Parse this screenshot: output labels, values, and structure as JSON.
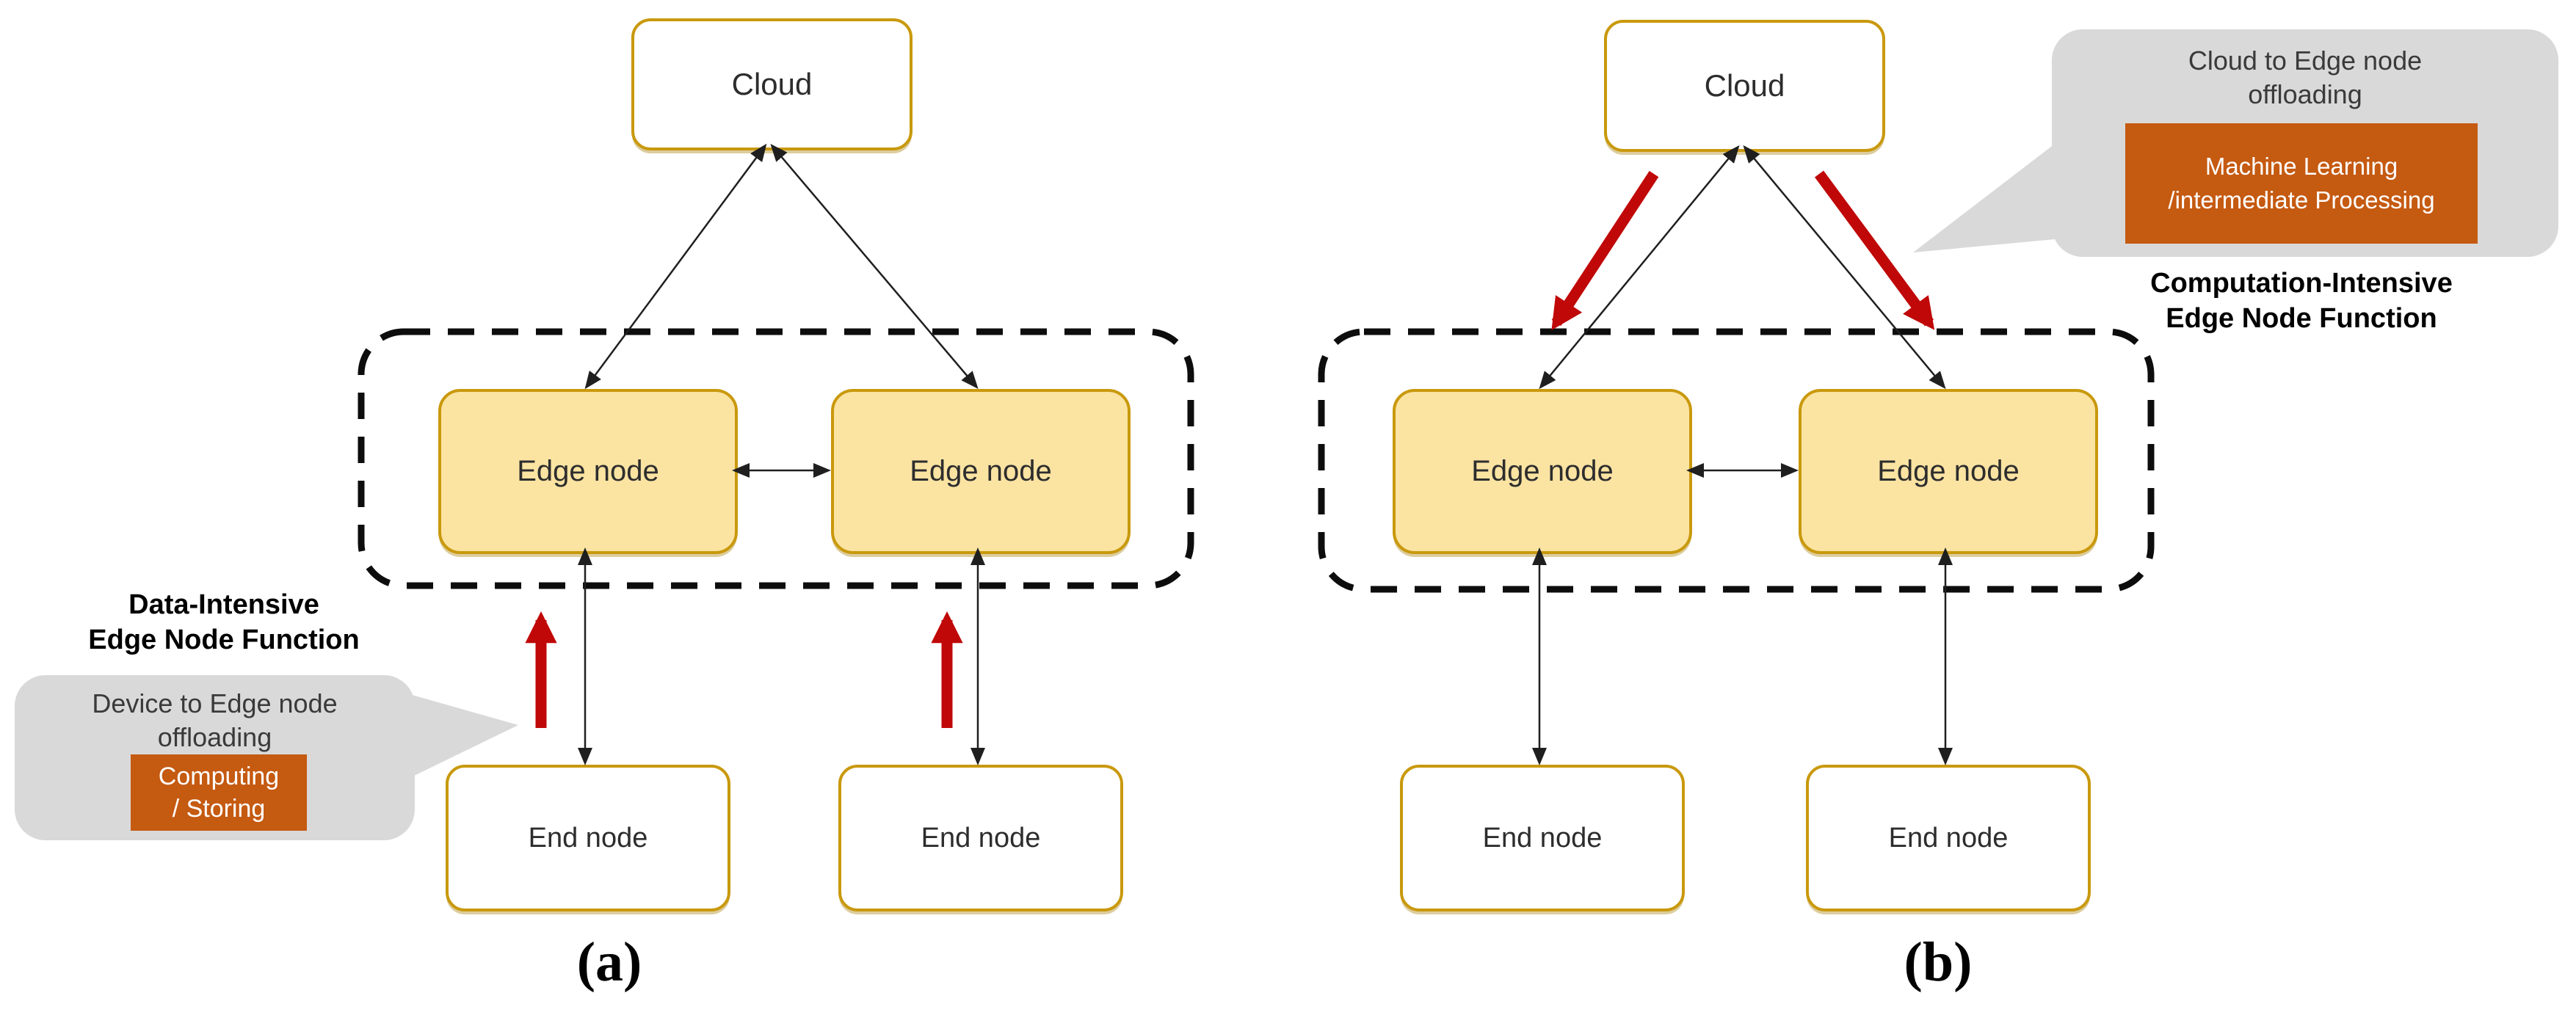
{
  "figure": {
    "caption_a": "(a)",
    "caption_b": "(b)"
  },
  "colors": {
    "node_border_gold": "#C9990D",
    "edge_node_fill": "#FBE3A2",
    "orange_tag": "#C55A11",
    "bubble_gray": "#D9D9D9",
    "red_arrow": "#C00808",
    "black_arrow": "#1f1f1f"
  },
  "panel_a": {
    "cloud_label": "Cloud",
    "edge1_label": "Edge node",
    "edge2_label": "Edge node",
    "end1_label": "End node",
    "end2_label": "End node",
    "function_line1": "Data-Intensive",
    "function_line2": "Edge Node Function",
    "bubble_line1": "Device to Edge node",
    "bubble_line2": "offloading",
    "tag_line1": "Computing",
    "tag_line2": "/ Storing"
  },
  "panel_b": {
    "cloud_label": "Cloud",
    "edge1_label": "Edge node",
    "edge2_label": "Edge node",
    "end1_label": "End node",
    "end2_label": "End node",
    "function_line1": "Computation-Intensive",
    "function_line2": "Edge Node Function",
    "bubble_line1": "Cloud to Edge node",
    "bubble_line2": "offloading",
    "tag_line1": "Machine Learning",
    "tag_line2": "/intermediate Processing"
  }
}
